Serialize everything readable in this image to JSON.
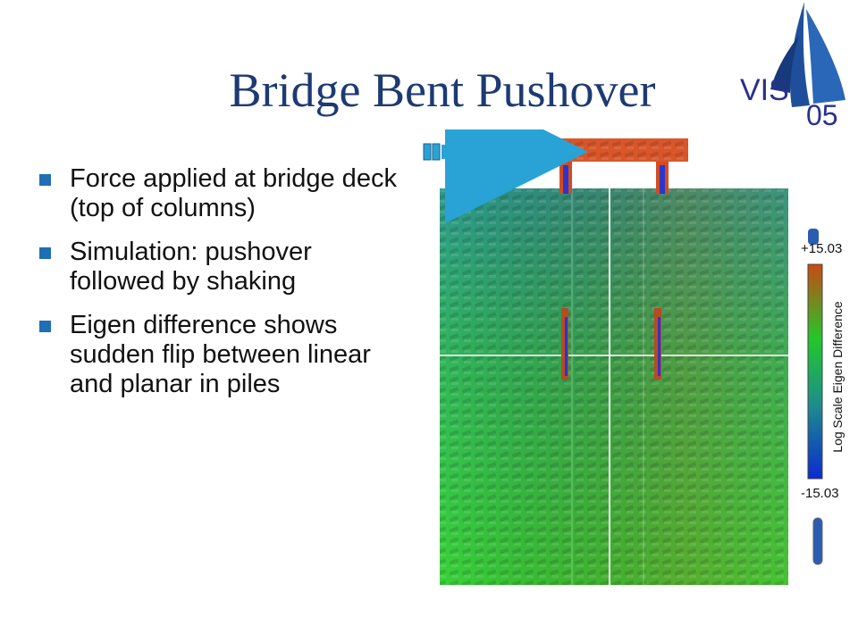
{
  "slide": {
    "title": "Bridge Bent Pushover",
    "logo": {
      "text_top": "VIS",
      "text_bottom": "05",
      "icon": "sailboat-logo-icon"
    },
    "bullets": [
      {
        "text": "Force applied at bridge deck (top of columns)"
      },
      {
        "text": "Simulation: pushover followed by shaking"
      },
      {
        "text": "Eigen difference shows sudden flip between linear and planar in piles"
      }
    ],
    "colorbar": {
      "max_label": "+15.03",
      "min_label": "-15.03",
      "axis_label": "Log Scale Eigen Difference",
      "colors": [
        "#0a2bd0",
        "#1e8f8a",
        "#22c72a",
        "#c94a12"
      ]
    },
    "force_arrow_icon": "right-arrow-icon",
    "accent_color": "#1f6fb5",
    "title_color": "#1d3a73"
  }
}
